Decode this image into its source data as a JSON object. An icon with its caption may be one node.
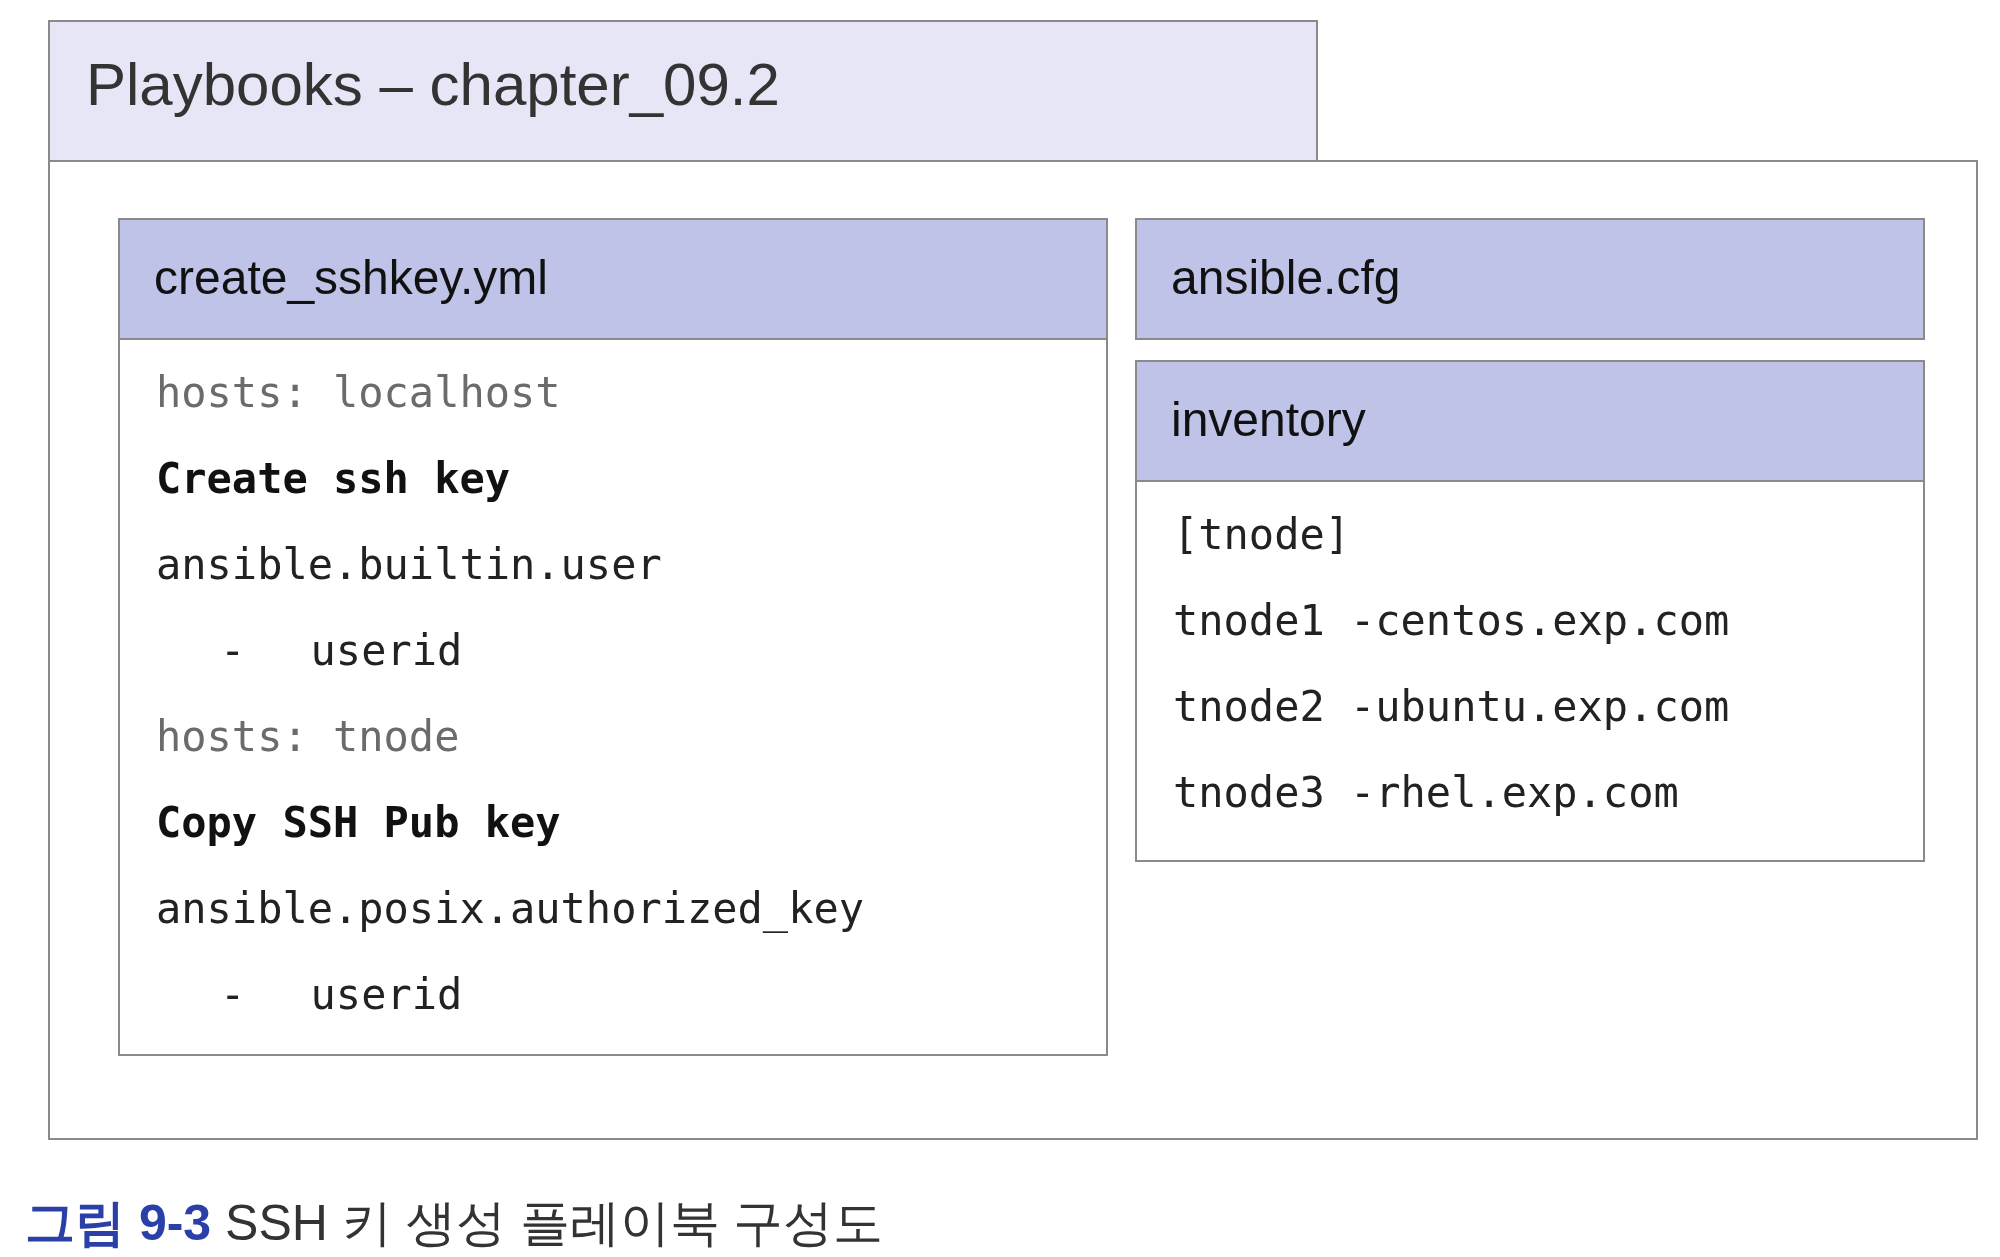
{
  "diagram": {
    "caption": "**그림 9-3** SSH 키 생성 플레이북 구성도",
    "nodes": [
      {
        "text": [
          "Playbooks – chapter_09.2"
        ]
      },
      {
        "text": [
          "create_sshkey.yml",
          "hosts: localhost",
          "Create ssh key",
          "ansible.builtin.user",
          "- userid",
          "hosts: tnode",
          "Copy SSH Pub key",
          "ansible.posix.authorized_key",
          "- userid"
        ],
        "in": 0
      },
      {
        "text": [
          "ansible.cfg"
        ],
        "in": 0
      },
      {
        "text": [
          "inventory",
          "[tnode]",
          "tnode1 -centos.exp.com",
          "tnode2 -ubuntu.exp.com",
          "tnode3 -rhel.exp.com"
        ],
        "in": 0
      }
    ],
    "edges": []
  }
}
